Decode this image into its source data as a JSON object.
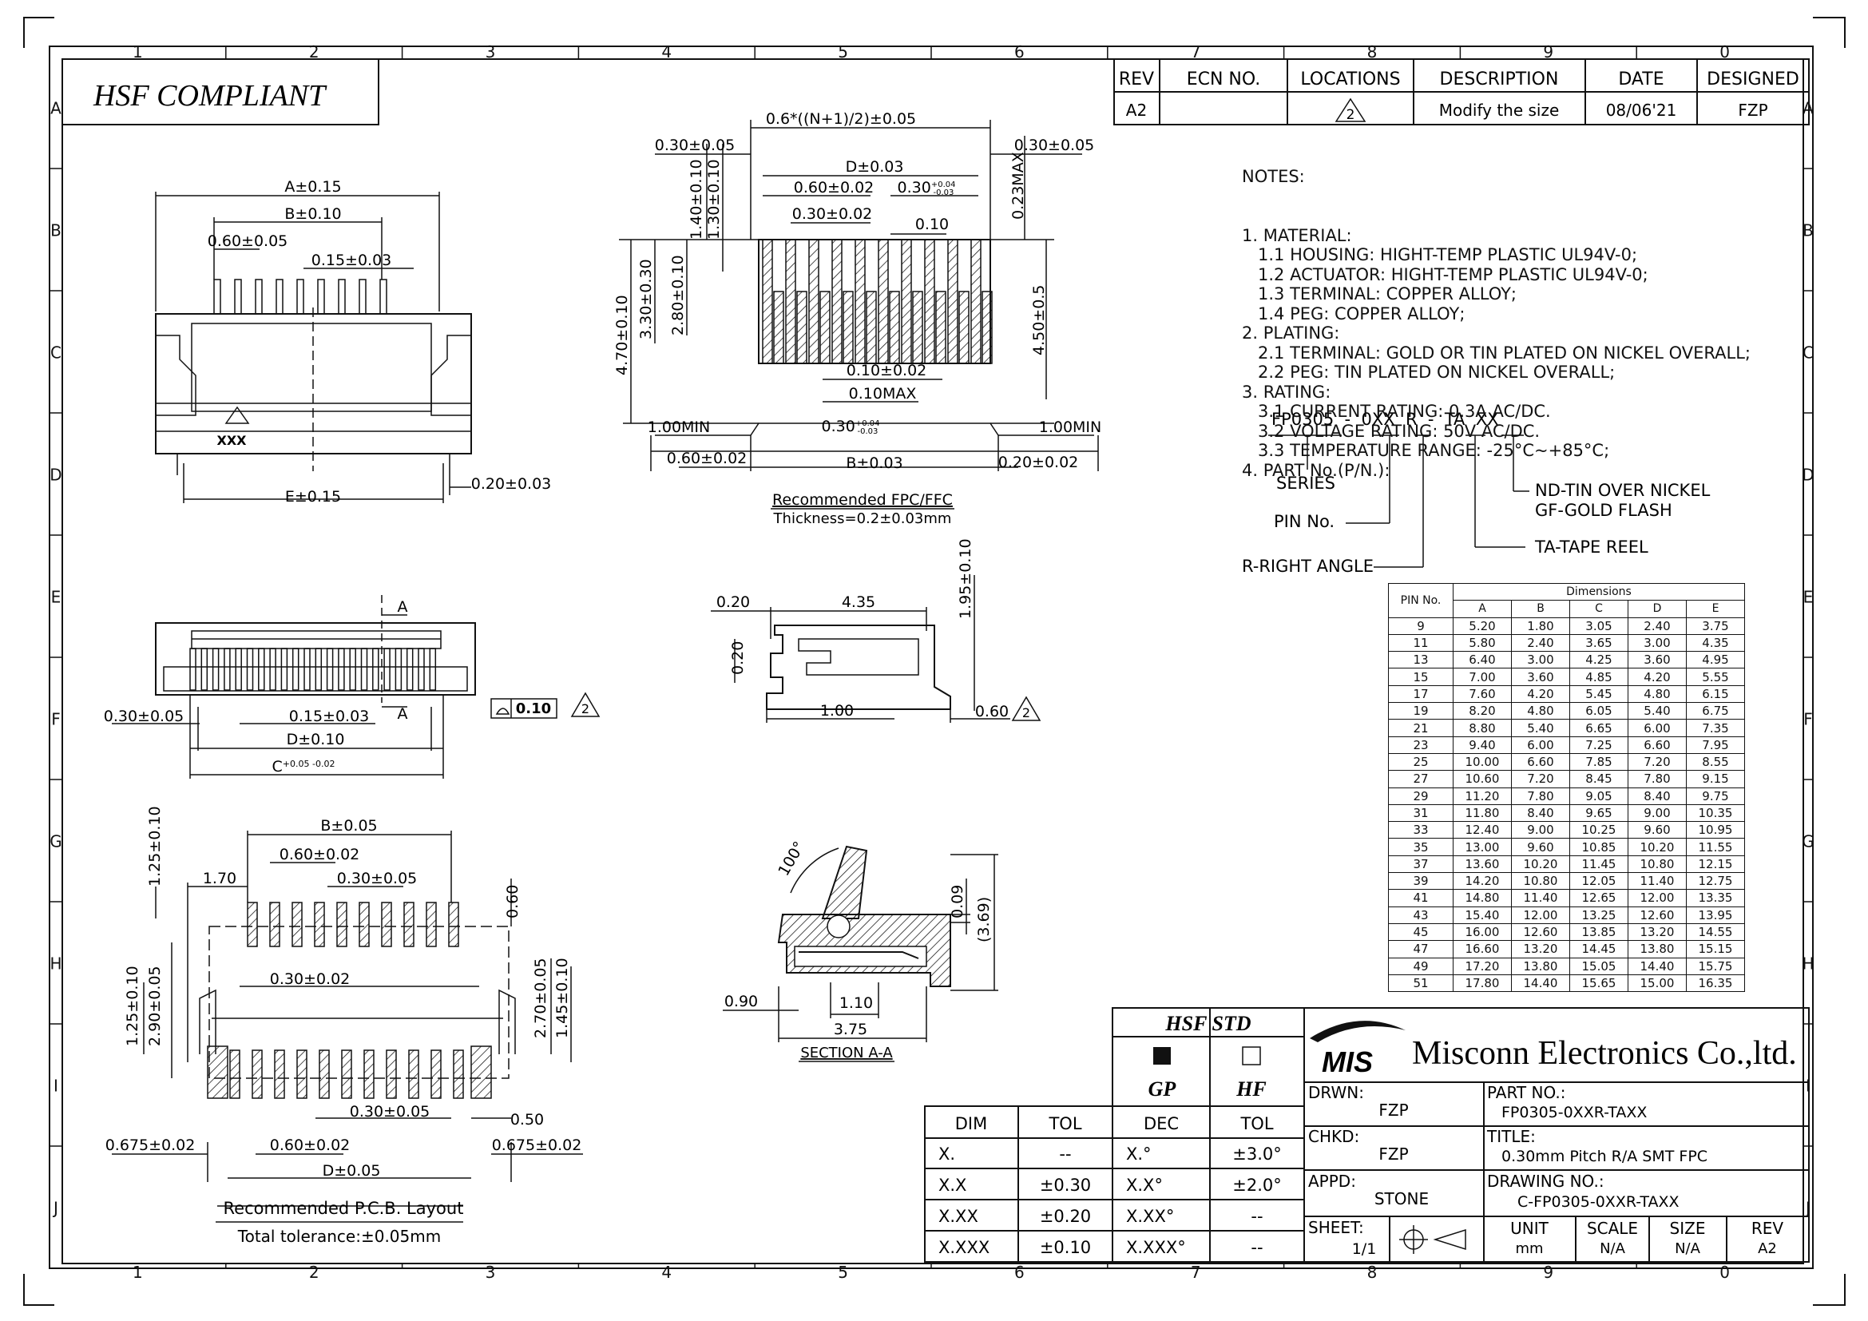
{
  "grid": {
    "columns": [
      "1",
      "2",
      "3",
      "4",
      "5",
      "6",
      "7",
      "8",
      "9",
      "0"
    ],
    "rows": [
      "A",
      "B",
      "C",
      "D",
      "E",
      "F",
      "G",
      "H",
      "I",
      "J"
    ]
  },
  "compliance_label": "HSF COMPLIANT",
  "revision_block": {
    "headers": [
      "REV",
      "ECN NO.",
      "LOCATIONS",
      "DESCRIPTION",
      "DATE",
      "DESIGNED"
    ],
    "row": {
      "rev": "A2",
      "ecn": "",
      "location": "2",
      "description": "Modify the size",
      "date": "08/06'21",
      "designed": "FZP"
    }
  },
  "notes": {
    "title": "NOTES:",
    "lines": [
      "1. MATERIAL:",
      "   1.1 HOUSING: HIGHT-TEMP PLASTIC UL94V-0;",
      "   1.2 ACTUATOR: HIGHT-TEMP PLASTIC UL94V-0;",
      "   1.3 TERMINAL: COPPER ALLOY;",
      "   1.4 PEG: COPPER ALLOY;",
      "2. PLATING:",
      "   2.1 TERMINAL: GOLD OR TIN PLATED ON NICKEL OVERALL;",
      "   2.2 PEG: TIN PLATED ON NICKEL OVERALL;",
      "3. RATING:",
      "   3.1 CURRENT RATING: 0.3A AC/DC.",
      "   3.2 VOLTAGE RATING: 50V AC/DC.",
      "   3.3 TEMPERATURE RANGE: -25°C~+85°C;",
      "4. PART No.(P/N.):"
    ],
    "part_code": "FP0305  -  0XX  R  -  TA  XX",
    "legend": {
      "series": "SERIES",
      "pin_no": "PIN No.",
      "right_angle": "R-RIGHT ANGLE",
      "tape_reel": "TA-TAPE REEL",
      "nd": "ND-TIN OVER NICKEL",
      "gf": "GF-GOLD FLASH"
    }
  },
  "dimension_table": {
    "title": "Dimensions",
    "pin_header": "PIN No.",
    "columns": [
      "A",
      "B",
      "C",
      "D",
      "E"
    ],
    "rows": [
      [
        "9",
        "5.20",
        "1.80",
        "3.05",
        "2.40",
        "3.75"
      ],
      [
        "11",
        "5.80",
        "2.40",
        "3.65",
        "3.00",
        "4.35"
      ],
      [
        "13",
        "6.40",
        "3.00",
        "4.25",
        "3.60",
        "4.95"
      ],
      [
        "15",
        "7.00",
        "3.60",
        "4.85",
        "4.20",
        "5.55"
      ],
      [
        "17",
        "7.60",
        "4.20",
        "5.45",
        "4.80",
        "6.15"
      ],
      [
        "19",
        "8.20",
        "4.80",
        "6.05",
        "5.40",
        "6.75"
      ],
      [
        "21",
        "8.80",
        "5.40",
        "6.65",
        "6.00",
        "7.35"
      ],
      [
        "23",
        "9.40",
        "6.00",
        "7.25",
        "6.60",
        "7.95"
      ],
      [
        "25",
        "10.00",
        "6.60",
        "7.85",
        "7.20",
        "8.55"
      ],
      [
        "27",
        "10.60",
        "7.20",
        "8.45",
        "7.80",
        "9.15"
      ],
      [
        "29",
        "11.20",
        "7.80",
        "9.05",
        "8.40",
        "9.75"
      ],
      [
        "31",
        "11.80",
        "8.40",
        "9.65",
        "9.00",
        "10.35"
      ],
      [
        "33",
        "12.40",
        "9.00",
        "10.25",
        "9.60",
        "10.95"
      ],
      [
        "35",
        "13.00",
        "9.60",
        "10.85",
        "10.20",
        "11.55"
      ],
      [
        "37",
        "13.60",
        "10.20",
        "11.45",
        "10.80",
        "12.15"
      ],
      [
        "39",
        "14.20",
        "10.80",
        "12.05",
        "11.40",
        "12.75"
      ],
      [
        "41",
        "14.80",
        "11.40",
        "12.65",
        "12.00",
        "13.35"
      ],
      [
        "43",
        "15.40",
        "12.00",
        "13.25",
        "12.60",
        "13.95"
      ],
      [
        "45",
        "16.00",
        "12.60",
        "13.85",
        "13.20",
        "14.55"
      ],
      [
        "47",
        "16.60",
        "13.20",
        "14.45",
        "13.80",
        "15.15"
      ],
      [
        "49",
        "17.20",
        "13.80",
        "15.05",
        "14.40",
        "15.75"
      ],
      [
        "51",
        "17.80",
        "14.40",
        "15.65",
        "15.00",
        "16.35"
      ]
    ]
  },
  "views": {
    "top": {
      "dims": [
        "A±0.15",
        "B±0.10",
        "0.60±0.05",
        "0.15±0.03",
        "E±0.15",
        "0.20±0.03"
      ],
      "marking": "XXX"
    },
    "front": {
      "dims": [
        "0.30±0.05",
        "0.15±0.03",
        "D±0.10",
        "A",
        "A",
        "0.10",
        "2"
      ],
      "dim_c": "C",
      "dim_c_tol": "+0.05 -0.02"
    },
    "fpc": {
      "dims": [
        "0.6*((N+1)/2)±0.05",
        "0.30±0.05",
        "0.30±0.05",
        "D±0.03",
        "0.60±0.02",
        "0.30±0.02",
        "0.10",
        "1.40±0.10",
        "1.30±0.10",
        "0.23MAX",
        "4.70±0.10",
        "3.30±0.30",
        "2.80±0.10",
        "4.50±0.5",
        "0.10±0.02",
        "0.10MAX",
        "1.00MIN",
        "1.00MIN",
        "0.60±0.02",
        "B±0.03",
        "0.20±0.02"
      ],
      "tol_a": "0.30",
      "tol_a_sup": "+0.04",
      "tol_a_sub": "-0.03",
      "tol_b": "0.30",
      "tol_b_sup": "+0.04",
      "tol_b_sub": "-0.03",
      "caption": "Recommended FPC/FFC",
      "thickness": "Thickness=0.2±0.03mm"
    },
    "side": {
      "dims": [
        "0.20",
        "4.35",
        "1.95±0.10",
        "0.20",
        "1.00",
        "0.60",
        "2"
      ]
    },
    "pcb": {
      "dims": [
        "B±0.05",
        "0.60±0.02",
        "0.30±0.05",
        "1.70",
        "1.25±0.10",
        "0.60",
        "0.30±0.02",
        "2.90±0.05",
        "1.25±0.10",
        "2.70±0.05",
        "1.45±0.10",
        "0.30±0.05",
        "0.50",
        "0.675±0.02",
        "0.60±0.02",
        "0.675±0.02",
        "D±0.05"
      ],
      "caption": "Recommended P.C.B. Layout",
      "tolerance": "Total tolerance:±0.05mm"
    },
    "section": {
      "dims": [
        "100°",
        "0.09",
        "(3.69)",
        "0.90",
        "1.10",
        "3.75"
      ],
      "caption": "SECTION A-A"
    }
  },
  "tolerance_table": {
    "headers": [
      "DIM",
      "TOL",
      "DEC",
      "TOL"
    ],
    "rows": [
      [
        "X.",
        "--",
        "X.°",
        "±3.0°"
      ],
      [
        "X.X",
        "±0.30",
        "X.X°",
        "±2.0°"
      ],
      [
        "X.XX",
        "±0.20",
        "X.XX°",
        "--"
      ],
      [
        "X.XXX",
        "±0.10",
        "X.XXX°",
        "--"
      ]
    ]
  },
  "hsf_std": {
    "title": "HSF STD",
    "gp": "GP",
    "hf": "HF"
  },
  "title_block": {
    "logo": "MIS",
    "company": "Misconn Electronics Co.,ltd.",
    "drwn_label": "DRWN:",
    "drwn": "FZP",
    "chkd_label": "CHKD:",
    "chkd": "FZP",
    "appd_label": "APPD:",
    "appd": "STONE",
    "part_label": "PART NO.:",
    "part": "FP0305-0XXR-TAXX",
    "title_label": "TITLE:",
    "title": "0.30mm Pitch R/A SMT FPC",
    "drawing_label": "DRAWING NO.:",
    "drawing": "C-FP0305-0XXR-TAXX",
    "sheet_label": "SHEET:",
    "sheet": "1/1",
    "unit_label": "UNIT",
    "unit": "mm",
    "scale_label": "SCALE",
    "scale": "N/A",
    "size_label": "SIZE",
    "size": "N/A",
    "rev_label": "REV",
    "rev": "A2"
  }
}
